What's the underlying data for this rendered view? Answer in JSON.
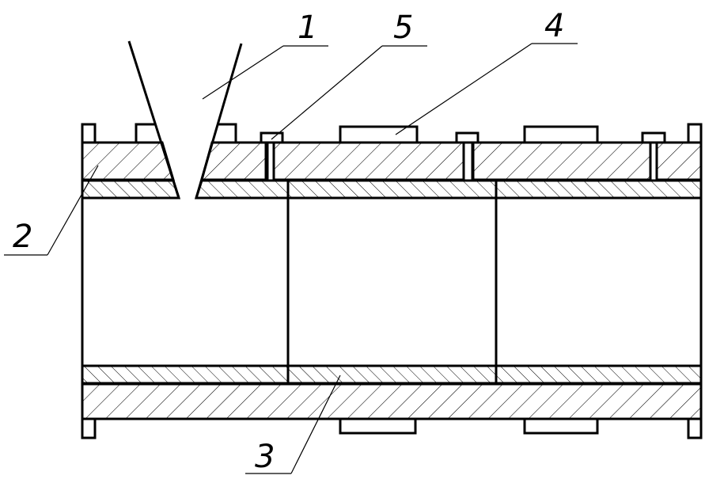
{
  "labels": {
    "l1": "1",
    "l2": "2",
    "l3": "3",
    "l4": "4",
    "l5": "5"
  },
  "colors": {
    "ink": "#000000",
    "background": "#ffffff"
  }
}
